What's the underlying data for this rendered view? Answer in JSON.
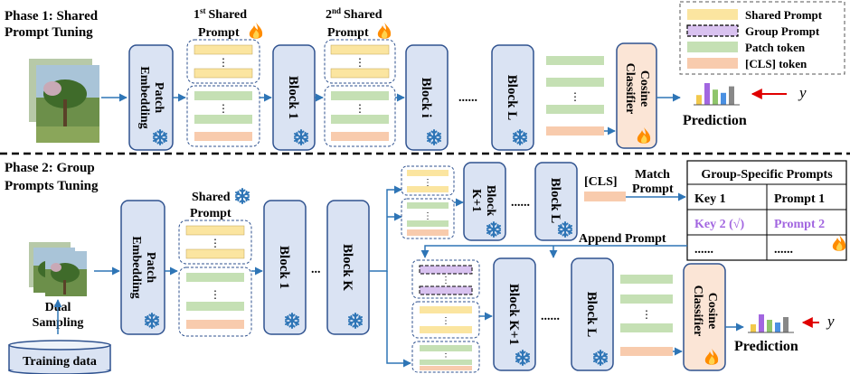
{
  "phase1": {
    "title_line1": "Phase 1: Shared",
    "title_line2": "Prompt Tuning",
    "patch_embedding_line1": "Patch",
    "patch_embedding_line2": "Embedding",
    "shared_prompt1_sup": "st",
    "shared_prompt1_num": "1",
    "shared_prompt1_line1": "Shared",
    "shared_prompt1_line2": "Prompt",
    "shared_prompt2_num": "2",
    "shared_prompt2_sup": "nd",
    "shared_prompt2_line1": "Shared",
    "shared_prompt2_line2": "Prompt",
    "block1": "Block 1",
    "blocki": "Block i",
    "blockL": "Block L",
    "ellipsis": "......",
    "classifier_line1": "Cosine",
    "classifier_line2": "Classifier",
    "prediction": "Prediction",
    "target": "y",
    "dots": "⋮"
  },
  "legend": {
    "items": [
      {
        "label": "Shared Prompt",
        "color": "#fbe5a0"
      },
      {
        "label": "Group Prompt",
        "color": "#d9c2f0"
      },
      {
        "label": "Patch token",
        "color": "#c5e0b4"
      },
      {
        "label": "[CLS] token",
        "color": "#f8cbad"
      }
    ]
  },
  "phase2": {
    "title_line1": "Phase 2: Group",
    "title_line2": "Prompts Tuning",
    "shared_prompt_line1": "Shared",
    "shared_prompt_line2": "Prompt",
    "patch_embedding_line1": "Patch",
    "patch_embedding_line2": "Embedding",
    "block1": "Block 1",
    "blockK": "Block K",
    "blockK1_line1": "Block",
    "blockK1_line2": "K+1",
    "blockK1b": "Block K+1",
    "blockL": "Block L",
    "blockLb": "Block L",
    "ellipsis": "......",
    "ellipsis_short": "...",
    "cls": "[CLS]",
    "match_prompt_line1": "Match",
    "match_prompt_line2": "Prompt",
    "append_prompt": "Append Prompt",
    "dual_sampling_line1": "Dual",
    "dual_sampling_line2": "Sampling",
    "training_data": "Training data",
    "classifier_line1": "Cosine",
    "classifier_line2": "Classifier",
    "prediction": "Prediction",
    "target": "y",
    "dots": "⋮"
  },
  "table": {
    "title": "Group-Specific Prompts",
    "rows": [
      {
        "key": "Key 1",
        "prompt": "Prompt 1"
      },
      {
        "key": "Key 2 (√)",
        "prompt": "Prompt 2"
      },
      {
        "key": "......",
        "prompt": "......"
      }
    ],
    "highlight_color": "#a266e0"
  },
  "colors": {
    "block_fill": "#dae3f3",
    "block_stroke": "#2f528f",
    "classifier_fill": "#fbe5d6",
    "arrow": "#2e75b6",
    "red": "#e00000",
    "snowflake": "#2e75b6",
    "flame": "#ff8c00"
  },
  "bars": [
    0.45,
    1.0,
    0.7,
    0.55,
    0.85
  ],
  "bar_colors": [
    "#f2c94c",
    "#a266e0",
    "#8fc56b",
    "#4a90e2",
    "#888888"
  ]
}
